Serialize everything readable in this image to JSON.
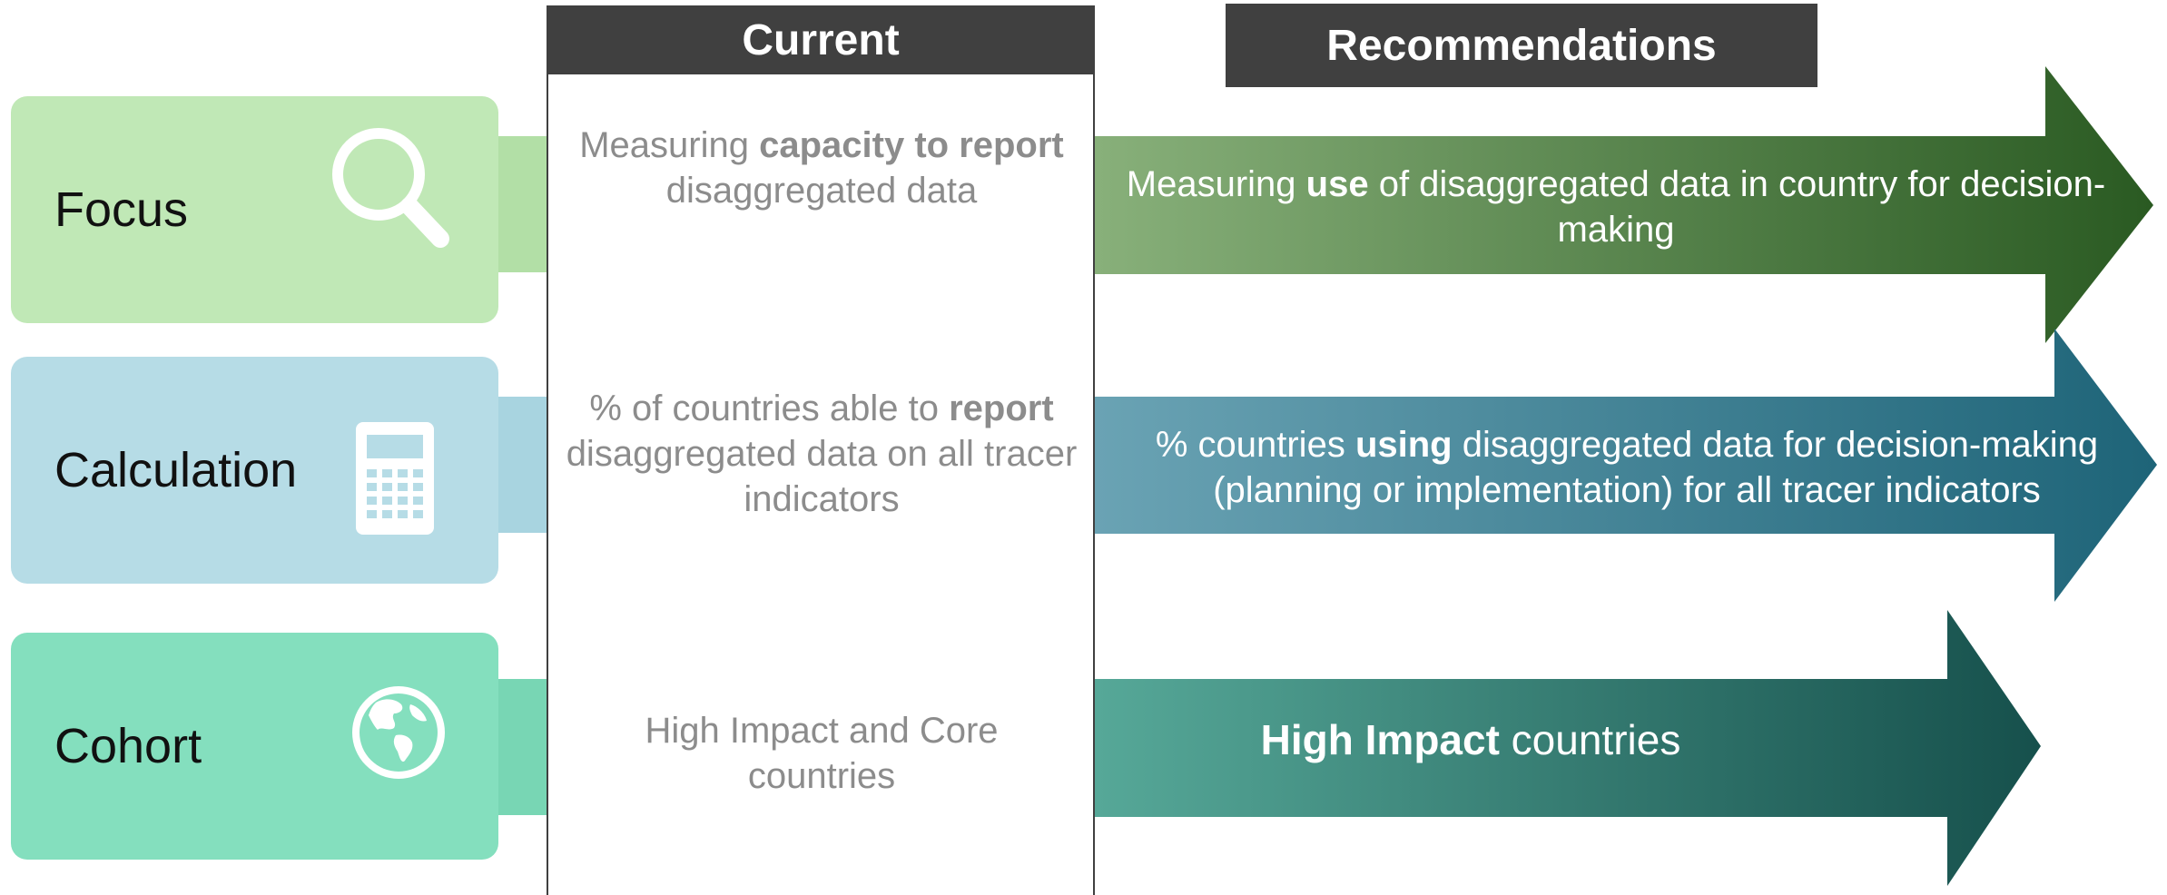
{
  "headers": {
    "current": "Current",
    "recommendations": "Recommendations"
  },
  "rows": [
    {
      "label": "Focus",
      "icon": "magnifier-icon",
      "color": "#c0e8b6",
      "current": [
        "Measuring ",
        "capacity to report",
        " disaggregated data"
      ],
      "recommendation": [
        "Measuring ",
        "use",
        " of disaggregated data in country for decision-making"
      ],
      "arrow_colors": [
        "#88b07a",
        "#2a5a22"
      ]
    },
    {
      "label": "Calculation",
      "icon": "calculator-icon",
      "color": "#b6dce6",
      "current": [
        "% of countries able to ",
        "report",
        " disaggregated data on all tracer indicators"
      ],
      "recommendation": [
        "% countries ",
        "using",
        " disaggregated data for decision-making (planning or implementation) for all tracer indicators"
      ],
      "arrow_colors": [
        "#6aa3b4",
        "#1e6478"
      ]
    },
    {
      "label": "Cohort",
      "icon": "globe-icon",
      "color": "#84dfbe",
      "current": [
        "High Impact and Core countries",
        "",
        ""
      ],
      "recommendation": [
        "",
        "High Impact",
        " countries"
      ],
      "arrow_colors": [
        "#56a898",
        "#16504c"
      ]
    }
  ]
}
